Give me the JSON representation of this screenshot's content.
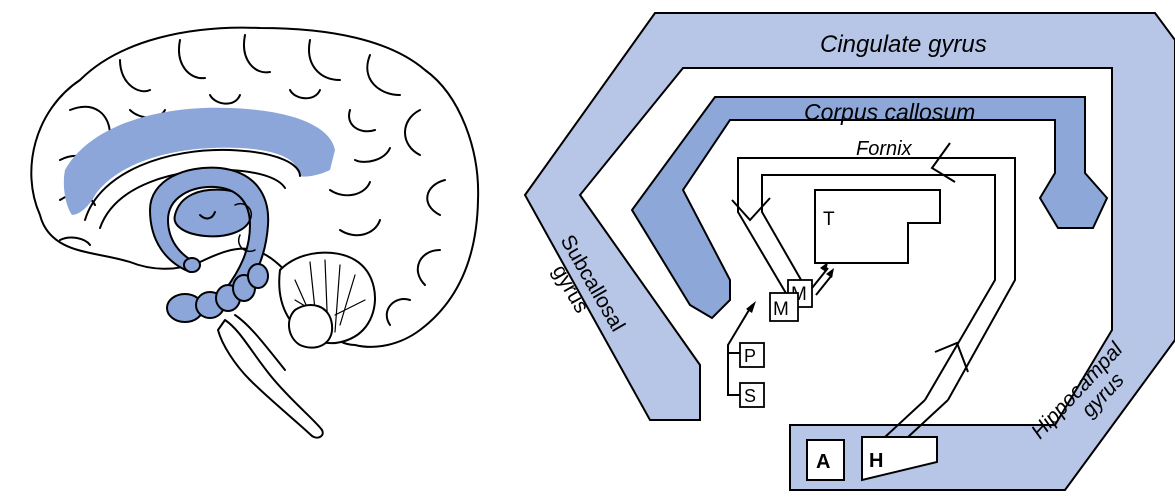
{
  "colors": {
    "light_blue": "#b7c6e6",
    "mid_blue": "#8da8d8",
    "brain_blue": "#8ca6d9",
    "outline": "#000000"
  },
  "labels": {
    "cingulate": "Cingulate gyrus",
    "corpus": "Corpus callosum",
    "fornix": "Fornix",
    "subcallosal_1": "Subcallosal",
    "subcallosal_2": "gyrus",
    "hippocampal_1": "Hippocampal",
    "hippocampal_2": "gyrus",
    "thalamus": "T",
    "mammillary_1": "M",
    "mammillary_2": "M",
    "p_box": "P",
    "s_box": "S",
    "amygdala": "A",
    "hippocampus": "H"
  }
}
